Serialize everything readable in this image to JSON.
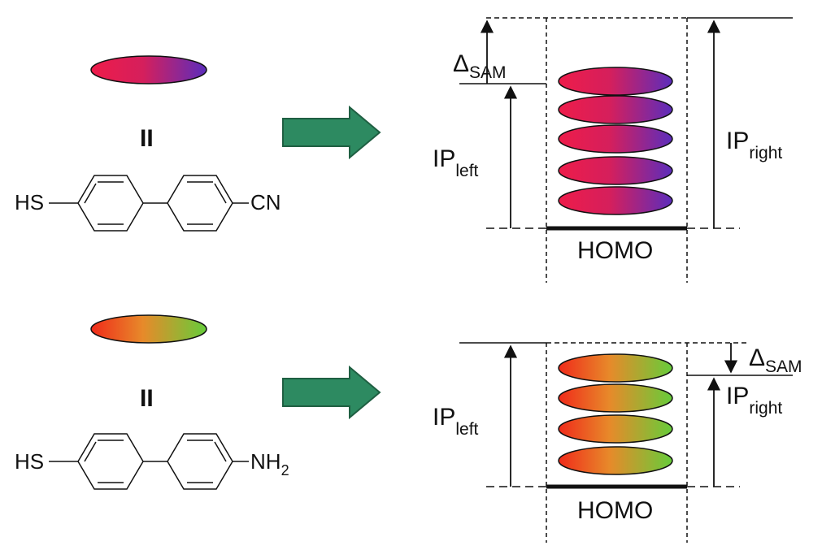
{
  "colors": {
    "cn_gradient": [
      "#ee1c4a",
      "#5b2dbc"
    ],
    "nh2_gradient": [
      "#f02b1a",
      "#66cc3a"
    ],
    "arrow_fill": "#2d8a61",
    "arrow_stroke": "#1f5f42",
    "line": "#111111"
  },
  "top": {
    "equals_symbol": "II",
    "molecule": {
      "left_group": "HS",
      "right_group": "CN"
    },
    "delta_label": "Δ",
    "delta_sub": "SAM",
    "ip_left_label": "IP",
    "ip_left_sub": "left",
    "ip_right_label": "IP",
    "ip_right_sub": "right",
    "homo_label": "HOMO"
  },
  "bottom": {
    "equals_symbol": "II",
    "molecule": {
      "left_group": "HS",
      "right_group": "NH",
      "right_group_sub": "2"
    },
    "delta_label": "Δ",
    "delta_sub": "SAM",
    "ip_left_label": "IP",
    "ip_left_sub": "left",
    "ip_right_label": "IP",
    "ip_right_sub": "right",
    "homo_label": "HOMO"
  }
}
